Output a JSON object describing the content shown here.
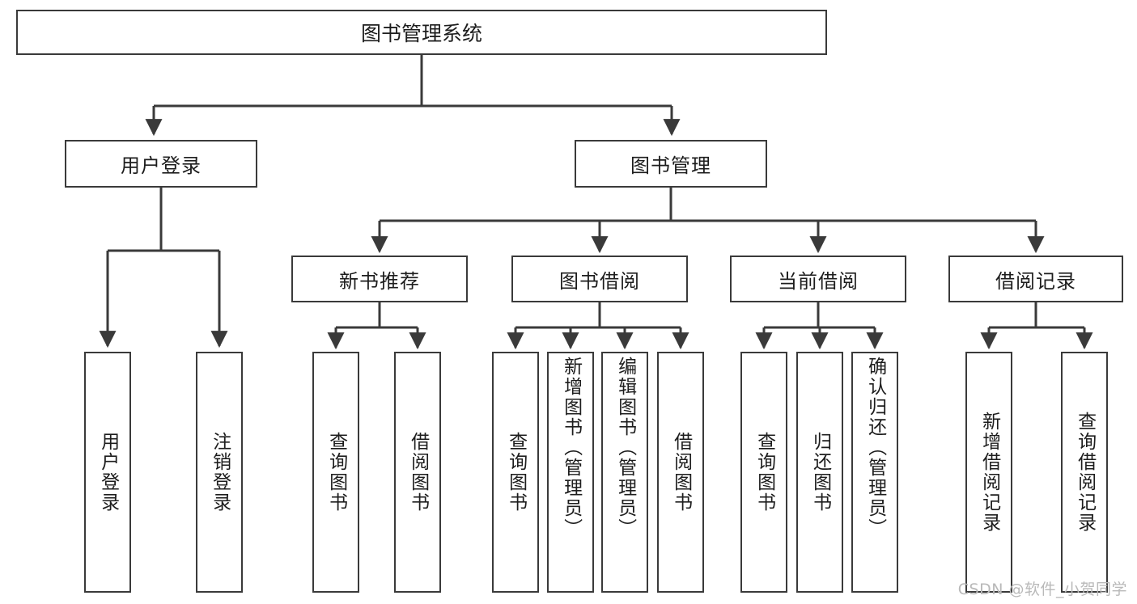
{
  "diagram": {
    "title": "图书管理系统",
    "type": "hierarchy-tree",
    "root": {
      "label": "图书管理系统"
    },
    "level2": [
      {
        "label": "用户登录"
      },
      {
        "label": "图书管理"
      }
    ],
    "level3": [
      {
        "label": "新书推荐"
      },
      {
        "label": "图书借阅"
      },
      {
        "label": "当前借阅"
      },
      {
        "label": "借阅记录"
      }
    ],
    "leaves": {
      "user_login": [
        {
          "label": "用户登录"
        },
        {
          "label": "注销登录"
        }
      ],
      "new_book_recommend": [
        {
          "label": "查询图书"
        },
        {
          "label": "借阅图书"
        }
      ],
      "book_borrow": [
        {
          "label": "查询图书"
        },
        {
          "label": "新增图书（管理员）"
        },
        {
          "label": "编辑图书（管理员）"
        },
        {
          "label": "借阅图书"
        }
      ],
      "current_borrow": [
        {
          "label": "查询图书"
        },
        {
          "label": "归还图书"
        },
        {
          "label": "确认归还（管理员）"
        }
      ],
      "borrow_record": [
        {
          "label": "新增借阅记录"
        },
        {
          "label": "查询借阅记录"
        }
      ]
    }
  },
  "watermark": {
    "text": "CSDN @软件_小贺同学"
  },
  "colors": {
    "stroke": "#3a3a3a",
    "text": "#1d1d1d",
    "background": "#ffffff",
    "watermark": "#b9b9b9"
  }
}
